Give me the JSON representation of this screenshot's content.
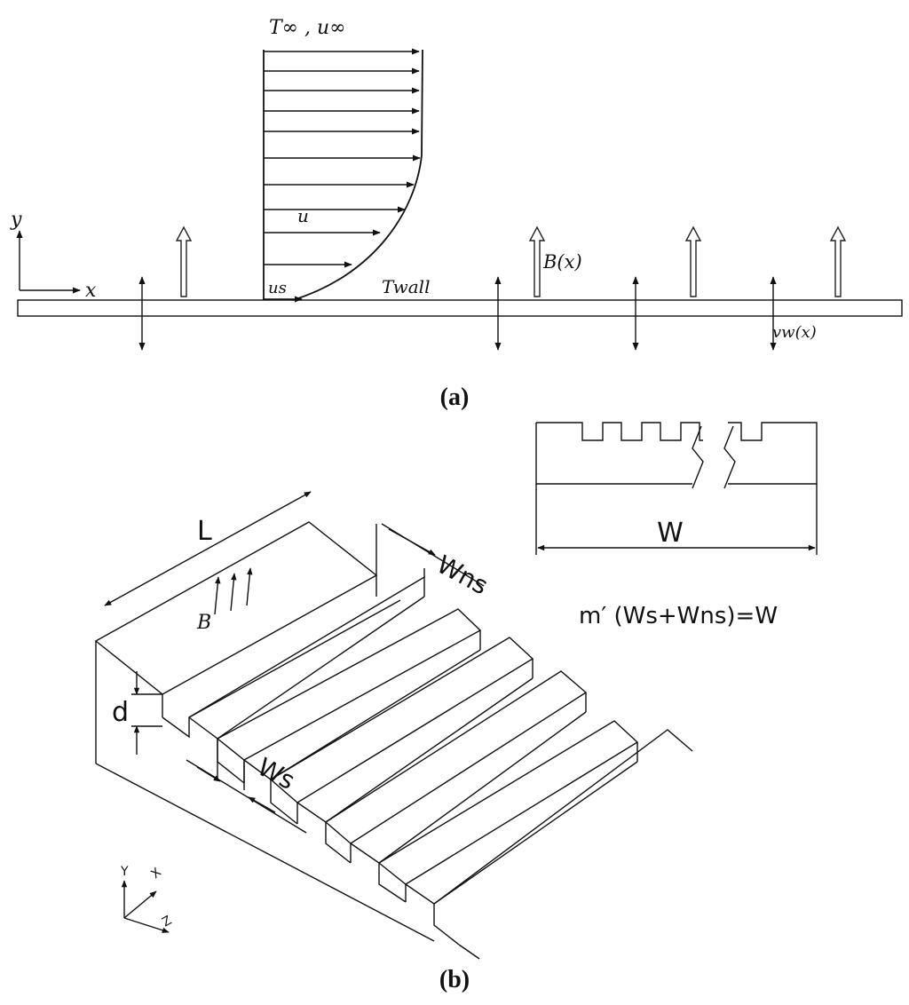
{
  "panel_a": {
    "caption": "(a)",
    "labels": {
      "freestream": "T∞ , u∞",
      "u": "u",
      "us": "us",
      "twall": "Twall",
      "bx": "B(x)",
      "vw": "vw(x)",
      "x_axis": "x",
      "y_axis": "y"
    }
  },
  "panel_b": {
    "caption": "(b)",
    "labels": {
      "L": "L",
      "B": "B",
      "d": "d",
      "Wns": "Wns",
      "Ws": "Ws",
      "W": "W",
      "equation": "m′ (Ws+Wns)=W",
      "axis_y": "Y",
      "axis_x": "X",
      "axis_z": "Z"
    }
  }
}
